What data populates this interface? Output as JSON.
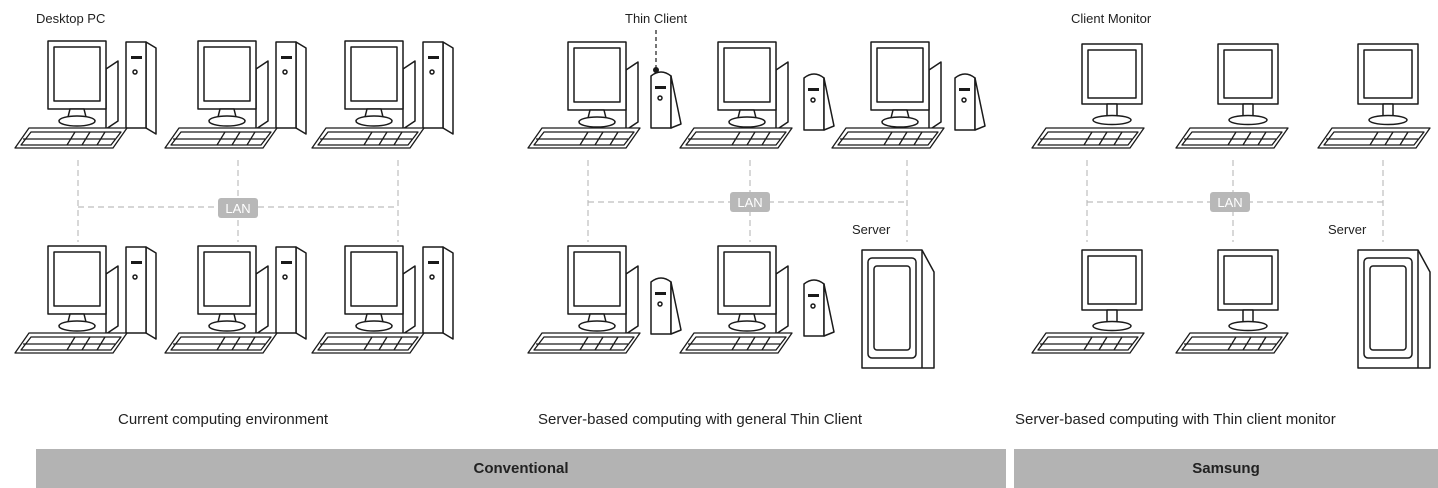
{
  "panels": [
    {
      "id": "current",
      "device_label": "Desktop PC",
      "network_label": "LAN",
      "server_label": "",
      "caption": "Current computing environment"
    },
    {
      "id": "thin-client",
      "device_label": "Thin Client",
      "network_label": "LAN",
      "server_label": "Server",
      "caption": "Server-based computing with general Thin Client"
    },
    {
      "id": "thin-monitor",
      "device_label": "Client Monitor",
      "network_label": "LAN",
      "server_label": "Server",
      "caption": "Server-based computing with Thin client monitor"
    }
  ],
  "bands": {
    "conventional": "Conventional",
    "samsung": "Samsung"
  },
  "colors": {
    "band": "#b3b3b3",
    "lan_badge": "#b8b8b8",
    "network_line": "#bdbdbd",
    "line_art": "#1a1a1a"
  }
}
